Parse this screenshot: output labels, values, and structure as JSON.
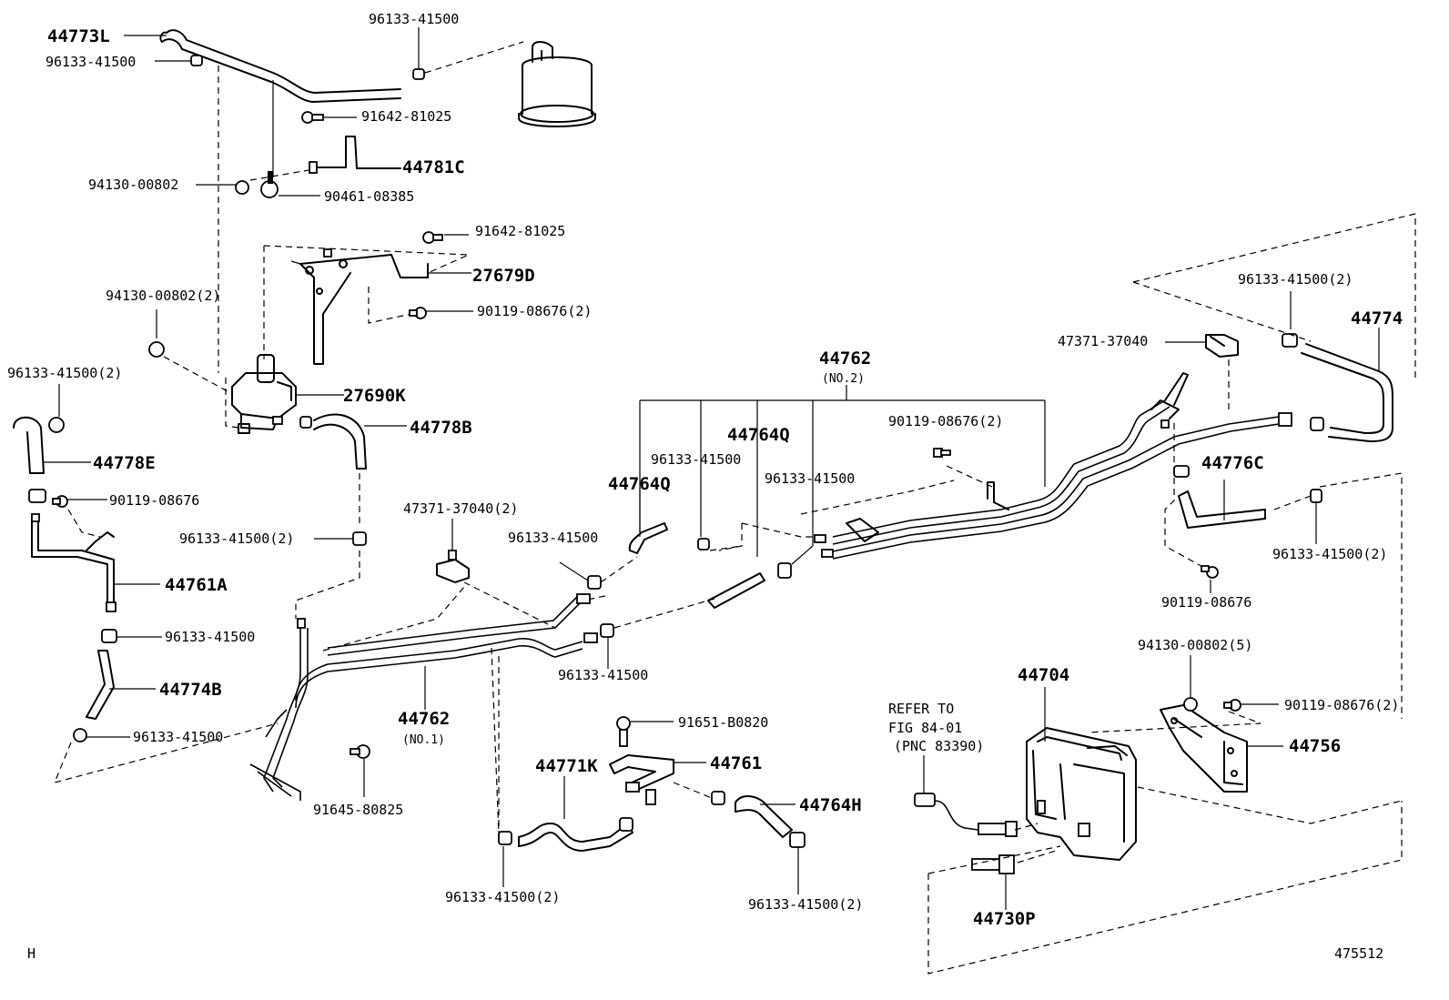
{
  "labels": {
    "p44773L": "44773L",
    "c96133_tl": "96133-41500",
    "c96133_top": "96133-41500",
    "b91642_a": "91642-81025",
    "br44781C": "44781C",
    "n94130_a": "94130-00802",
    "cl90461": "90461-08385",
    "b91642_b": "91642-81025",
    "br27679D": "27679D",
    "n94130_b": "94130-00802(2)",
    "b90119_a": "90119-08676(2)",
    "c96133_l2": "96133-41500(2)",
    "v27690K": "27690K",
    "h44778B": "44778B",
    "h44778E": "44778E",
    "b90119_b": "90119-08676",
    "c96133_mid2": "96133-41500(2)",
    "p44761A": "44761A",
    "c96133_l3": "96133-41500",
    "h44774B": "44774B",
    "c96133_l4": "96133-41500",
    "t44762": "44762",
    "t44762_no2": "(NO.2)",
    "h44764Q_a": "44764Q",
    "c96133_c1": "96133-41500",
    "h44764Q_b": "44764Q",
    "c96133_c2": "96133-41500",
    "v47371_a": "47371-37040(2)",
    "c96133_c3": "96133-41500",
    "b90119_c": "90119-08676(2)",
    "v47371_b": "47371-37040",
    "c96133_r1": "96133-41500(2)",
    "h44774": "44774",
    "h44776C": "44776C",
    "c96133_r2": "96133-41500(2)",
    "b90119_d": "90119-08676",
    "c96133_c4": "96133-41500",
    "t44762_b": "44762",
    "t44762_no1": "(NO.1)",
    "b91645": "91645-80825",
    "b91651": "91651-B0820",
    "h44771K": "44771K",
    "p44761": "44761",
    "h44764H": "44764H",
    "c96133_b1": "96133-41500(2)",
    "c96133_b2": "96133-41500(2)",
    "n94130_c": "94130-00802(5)",
    "tank44704": "44704",
    "b90119_e": "90119-08676(2)",
    "br44756": "44756",
    "refer1": "REFER TO",
    "refer2": "FIG 84-01",
    "refer3": "(PNC 83390)",
    "s44730P": "44730P",
    "corner_h": "H",
    "fig_no": "475512"
  },
  "icons": {
    "canister": "vacuum-canister-icon",
    "vsv": "vacuum-switching-valve-icon",
    "reservoir": "vacuum-tank-icon",
    "sensor": "pressure-sensor-icon"
  }
}
